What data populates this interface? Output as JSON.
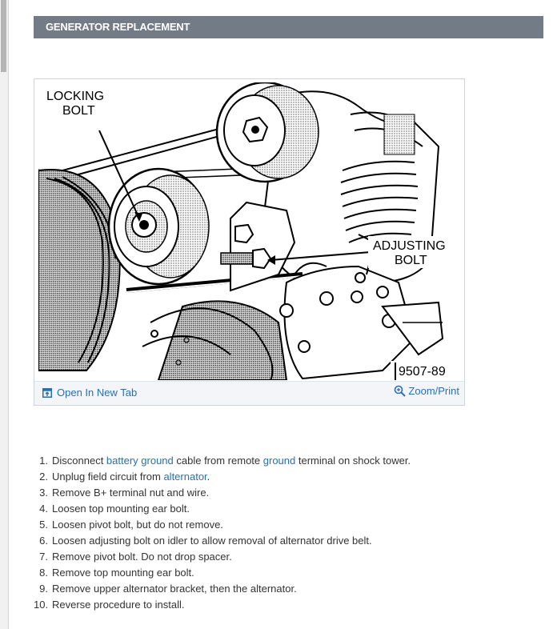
{
  "header": {
    "title": "GENERATOR REPLACEMENT"
  },
  "figure": {
    "callouts": {
      "locking_line1": "LOCKING",
      "locking_line2": "BOLT",
      "adjusting_line1": "ADJUSTING",
      "adjusting_line2": "BOLT"
    },
    "figure_number": "9507-89",
    "open_tab_label": "Open In New Tab",
    "zoom_label": "Zoom/Print"
  },
  "steps": [
    {
      "num": "1.",
      "parts": [
        "Disconnect ",
        "battery ground",
        " cable from remote ",
        "ground",
        " terminal on shock tower."
      ]
    },
    {
      "num": "2.",
      "parts": [
        "Unplug field circuit from ",
        "alternator",
        "."
      ]
    },
    {
      "num": "3.",
      "text": "Remove B+ terminal nut and wire."
    },
    {
      "num": "4.",
      "text": "Loosen top mounting ear bolt."
    },
    {
      "num": "5.",
      "text": "Loosen pivot bolt, but do not remove."
    },
    {
      "num": "6.",
      "text": "Loosen adjusting bolt on idler to allow removal of alternator drive belt."
    },
    {
      "num": "7.",
      "text": "Remove pivot bolt. Do not drop spacer."
    },
    {
      "num": "8.",
      "text": "Remove top mounting ear bolt."
    },
    {
      "num": "9.",
      "text": "Remove upper alternator bracket, then the alternator."
    },
    {
      "num": "10.",
      "text": "Reverse procedure to install."
    }
  ],
  "colors": {
    "header_bg": "#737c86",
    "link": "#2a6fb5",
    "text": "#333333"
  },
  "icons": {
    "open_tab": "open-in-new-tab-icon",
    "zoom": "zoom-magnifier-icon"
  }
}
